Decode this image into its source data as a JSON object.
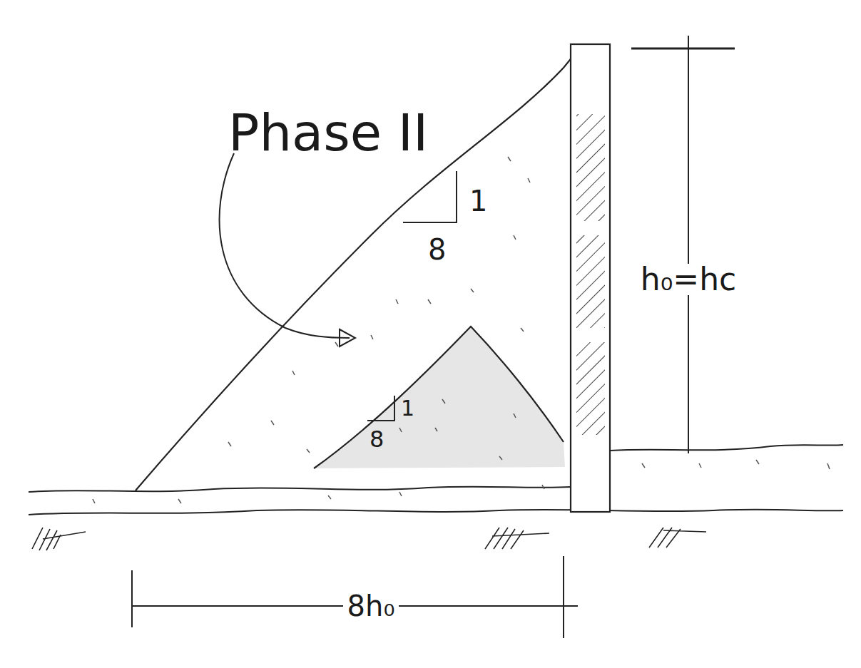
{
  "diagram": {
    "labels": [
      "Phase II",
      "1",
      "8",
      "1",
      "8",
      "h₀=hc",
      "8h₀"
    ]
  }
}
